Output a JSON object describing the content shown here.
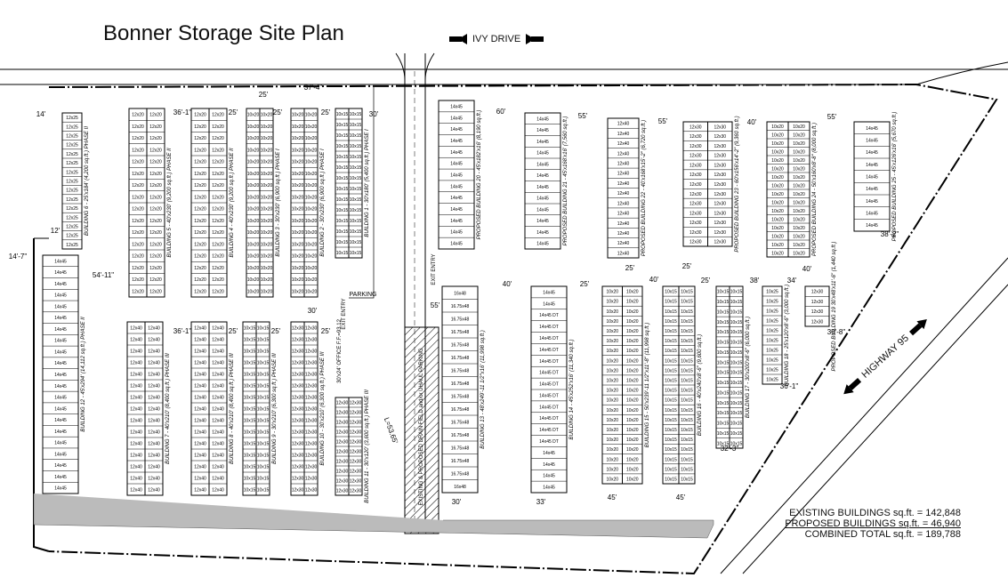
{
  "title": "Bonner Storage Site Plan",
  "road_top": "IVY DRIVE",
  "road_right": "HIGHWAY 95",
  "totals": {
    "existing": "EXISTING BUILDINGS sq.ft. = 142,848",
    "proposed": "PROPOSED BUILDINGS sq.ft. =  46,940",
    "combined": "COMBINED TOTAL sq.ft. = 189,788"
  },
  "parking_label": "PARKING",
  "exit_entry_1": "EXIT ENTRY",
  "exit_entry_2": "EXIT ENTRY",
  "drain_label": "EXISTING & PROPOSED DRAIN FIELD and/or UHAUL PARKING",
  "office_label": "30'x24' OFFICE F.F.=93.12",
  "l_label": "L=53.65'",
  "dimensions": [
    "14'",
    "36'-1\"",
    "25'",
    "25'",
    "37'-4\"",
    "25'",
    "30'",
    "60'",
    "55'",
    "55'",
    "40'",
    "55'",
    "14'-7\"",
    "54'-11\"",
    "25'",
    "36'-1\"",
    "25'",
    "25'",
    "30'",
    "25'",
    "55'",
    "40'",
    "25'",
    "40'",
    "25'",
    "25'",
    "38'",
    "34'",
    "40'",
    "25'",
    "12'",
    "30'-8\"",
    "36'-1\"",
    "32'-3\"",
    "38'-2\"",
    "30'",
    "33'",
    "45'",
    "45'"
  ],
  "buildings": [
    {
      "name": "BUILDING 6 - 25'x184' (4,200 sq.ft.) PHASE II",
      "units": [
        "12x25",
        "12x25",
        "12x25",
        "12x25",
        "12x25",
        "12x25",
        "12x25",
        "12x25",
        "12x25",
        "12x25",
        "12x25",
        "12x25",
        "12x25",
        "12x25",
        "12x25"
      ]
    },
    {
      "name": "BUILDING 5 - 40'x230' (9,200 sq.ft.) PHASE II",
      "units": [
        "12x20",
        "12x20",
        "12x20",
        "12x20",
        "12x20",
        "12x20",
        "12x20",
        "12x20",
        "12x20",
        "12x20",
        "12x20",
        "12x20",
        "12x20",
        "12x20",
        "12x20",
        "12x20"
      ]
    },
    {
      "name": "BUILDING 4 - 40'x230' (9,200 sq.ft.) PHASE II",
      "units": [
        "12x20",
        "12x20",
        "12x20",
        "12x20",
        "12x20",
        "12x20",
        "12x20",
        "12x20",
        "12x20",
        "12x20",
        "12x20",
        "12x20",
        "12x20",
        "12x20",
        "12x20",
        "12x20"
      ]
    },
    {
      "name": "BUILDING 3 - 30'x230' (6,900 sq.ft.) PHASE I",
      "units": [
        "10x20",
        "10x20",
        "10x20",
        "10x20",
        "10x20",
        "10x20",
        "10x20",
        "10x20",
        "10x20",
        "10x20",
        "10x20",
        "10x20",
        "10x20",
        "10x20",
        "10x20",
        "10x20"
      ]
    },
    {
      "name": "BUILDING 2 - 30'x230' (6,900 sq.ft.) PHASE I",
      "units": [
        "10x20",
        "10x20",
        "10x20",
        "10x20",
        "10x20",
        "10x20",
        "10x20",
        "10x20",
        "10x20",
        "10x20",
        "10x20",
        "10x20",
        "10x20",
        "10x20",
        "10x20",
        "10x20"
      ]
    },
    {
      "name": "BUILDING 1 - 30'x180' (5,400 sq.ft.) PHASE I",
      "units": [
        "10x15",
        "10x15",
        "10x15",
        "10x15",
        "10x15",
        "10x15",
        "10x15",
        "10x15",
        "10x15",
        "10x15",
        "10x15",
        "10x15",
        "10x15",
        "10x15"
      ]
    },
    {
      "name": "PROPOSED BUILDING 20 - 45'x182'x16' (8,190 sq.ft.)",
      "units": [
        "14x45",
        "14x45",
        "14x45",
        "14x45",
        "14x45",
        "14x45",
        "14x45",
        "14x45",
        "14x45",
        "14x45",
        "14x45",
        "14x45",
        "14x45"
      ]
    },
    {
      "name": "PROPOSED BUILDING 21 - 45'x168'x16' (7,560 sq.ft.)",
      "units": [
        "14x45",
        "14x45",
        "14x45",
        "14x45",
        "14x45",
        "14x45",
        "14x45",
        "14x45",
        "14x45",
        "14x45",
        "14x45",
        "14x45"
      ]
    },
    {
      "name": "PROPOSED BUILDING 22 - 40'x168'x15'-2\" (6,720 sq.ft.)",
      "units": [
        "12x40",
        "12x40",
        "12x40",
        "12x40",
        "12x40",
        "12x40",
        "12x40",
        "12x40",
        "12x40",
        "12x40",
        "12x40",
        "12x40",
        "12x40",
        "12x40"
      ]
    },
    {
      "name": "PROPOSED BUILDING 23 - 60'x156'x14'-2\" (9,360 sq.ft.)",
      "units": [
        "12x30",
        "12x30",
        "12x30",
        "12x30",
        "12x30",
        "12x30",
        "12x30",
        "12x30",
        "12x30",
        "12x30",
        "12x30",
        "12x30",
        "12x30"
      ]
    },
    {
      "name": "PROPOSED BUILDING 24 - 50'x160'x8'-8\" (8,000 sq.ft.)",
      "units": [
        "10x20",
        "10x20",
        "10x20",
        "10x20",
        "10x20",
        "10x20",
        "10x20",
        "10x20",
        "10x20",
        "10x20",
        "10x20",
        "10x20",
        "10x20",
        "10x20",
        "10x20",
        "10x20"
      ]
    },
    {
      "name": "PROPOSED BUILDING 25 - 45'x126'x16' (5,670 sq.ft.)",
      "units": [
        "14x45",
        "14x45",
        "14x45",
        "14x45",
        "14x45",
        "14x45",
        "14x45",
        "14x45",
        "14x45"
      ]
    },
    {
      "name": "BUILDING 12 - 45'x294' (14,112 sq.ft.) PHASE II",
      "units": [
        "14x45",
        "14x45",
        "14x45",
        "14x45",
        "14x45",
        "14x45",
        "14x45",
        "14x45",
        "14x45",
        "14x45",
        "14x45",
        "14x45",
        "14x45",
        "14x45",
        "14x45",
        "14x45",
        "14x45",
        "14x45",
        "14x45",
        "14x45",
        "14x45"
      ]
    },
    {
      "name": "BUILDING 7 - 40'x210' (8,400 sq.ft.) PHASE III",
      "units": [
        "12x40",
        "12x40",
        "12x40",
        "12x40",
        "12x40",
        "12x40",
        "12x40",
        "12x40",
        "12x40",
        "12x40",
        "12x40",
        "12x40",
        "12x40",
        "12x40",
        "12x40"
      ]
    },
    {
      "name": "BUILDING 8 - 40'x210' (8,400 sq.ft.) PHASE III",
      "units": [
        "12x40",
        "12x40",
        "12x40",
        "12x40",
        "12x40",
        "12x40",
        "12x40",
        "12x40",
        "12x40",
        "12x40",
        "12x40",
        "12x40",
        "12x40",
        "12x40",
        "12x40"
      ]
    },
    {
      "name": "BUILDING 9 - 30'x210' (6,300 sq.ft.) PHASE III",
      "units": [
        "10x15",
        "10x15",
        "10x15",
        "10x15",
        "10x15",
        "10x15",
        "10x15",
        "10x15",
        "10x15",
        "10x15",
        "10x15",
        "10x15",
        "10x15",
        "10x15",
        "10x15"
      ]
    },
    {
      "name": "BUILDING 10 - 30'x210' (6,300 sq.ft.) PHASE III",
      "units": [
        "12x30",
        "12x30",
        "12x30",
        "12x30",
        "12x30",
        "12x30",
        "12x30",
        "12x30",
        "12x30",
        "12x30",
        "12x30",
        "12x30",
        "12x30",
        "12x30",
        "12x30"
      ]
    },
    {
      "name": "BUILDING 11 - 30'x120' (3,600 sq.ft.) PHASE III",
      "units": [
        "12x30",
        "12x30",
        "12x30",
        "12x30",
        "12x30",
        "12x30",
        "12x30",
        "12x30",
        "12x30",
        "12x30"
      ]
    },
    {
      "name": "BUILDING 13 - 48'x249'-11 1/2\"x16' (11,998 sq.ft.)",
      "units": [
        "16x48",
        "16.75x48",
        "16.75x48",
        "16.75x48",
        "16.75x48",
        "16.75x48",
        "16.75x48",
        "16.75x48",
        "16.75x48",
        "16.75x48",
        "16.75x48",
        "16.75x48",
        "16.75x48",
        "16.75x48",
        "16.75x48",
        "16x48"
      ]
    },
    {
      "name": "BUILDING 14 - 45'x252'x16' (11,340 sq.ft.)",
      "units": [
        "14x45",
        "14x45",
        "14x45 DT",
        "14x45 DT",
        "14x45 DT",
        "14x45 DT",
        "14x45 DT",
        "14x45 DT",
        "14x45 DT",
        "14x45 DT",
        "14x45 DT",
        "14x45 DT",
        "14x45 DT",
        "14x45 DT",
        "14x45",
        "14x45",
        "14x45",
        "14x45"
      ]
    },
    {
      "name": "BUILDING 15 - 50'x239'-11 1/2\"x11'-8\" (11,998 sq.ft.)",
      "units": [
        "10x20",
        "10x20",
        "10x20",
        "10x20",
        "10x20",
        "10x20",
        "10x20",
        "10x20",
        "10x20",
        "10x20",
        "10x20",
        "10x20",
        "10x20",
        "10x20",
        "10x20",
        "10x20",
        "10x20",
        "10x20",
        "10x20",
        "10x20"
      ]
    },
    {
      "name": "BUILDING 16 - 40'x240'x8'-6\" (9,600 sq.ft.)",
      "units": [
        "10x15",
        "10x15",
        "10x15",
        "10x15",
        "10x15",
        "10x15",
        "10x15",
        "10x15",
        "10x15",
        "10x15",
        "10x15",
        "10x15",
        "10x15",
        "10x15",
        "10x15",
        "10x15",
        "10x15",
        "10x15",
        "10x15",
        "10x15"
      ]
    },
    {
      "name": "BUILDING 17 - 30'x200'x8'-6\" (6,000 sq.ft.)",
      "units": [
        "10x15",
        "10x15",
        "10x15",
        "10x15",
        "10x15",
        "10x15",
        "10x15",
        "10x15",
        "10x15",
        "10x15",
        "10x15",
        "10x15",
        "10x15",
        "10x15",
        "10x15",
        "10x15"
      ]
    },
    {
      "name": "BUILDING 18 - 25'x120'x8'-6\" (3,000 sq.ft.)",
      "units": [
        "10x25",
        "10x25",
        "10x25",
        "10x25",
        "10x25",
        "10x25",
        "10x25",
        "10x25",
        "10x25",
        "10x25"
      ]
    },
    {
      "name": "PROPOSED BUILDING 19 30'x48'x11'-6\" (1,440 sq.ft.)",
      "units": [
        "12x30",
        "12x30",
        "12x30",
        "12x30"
      ]
    }
  ]
}
